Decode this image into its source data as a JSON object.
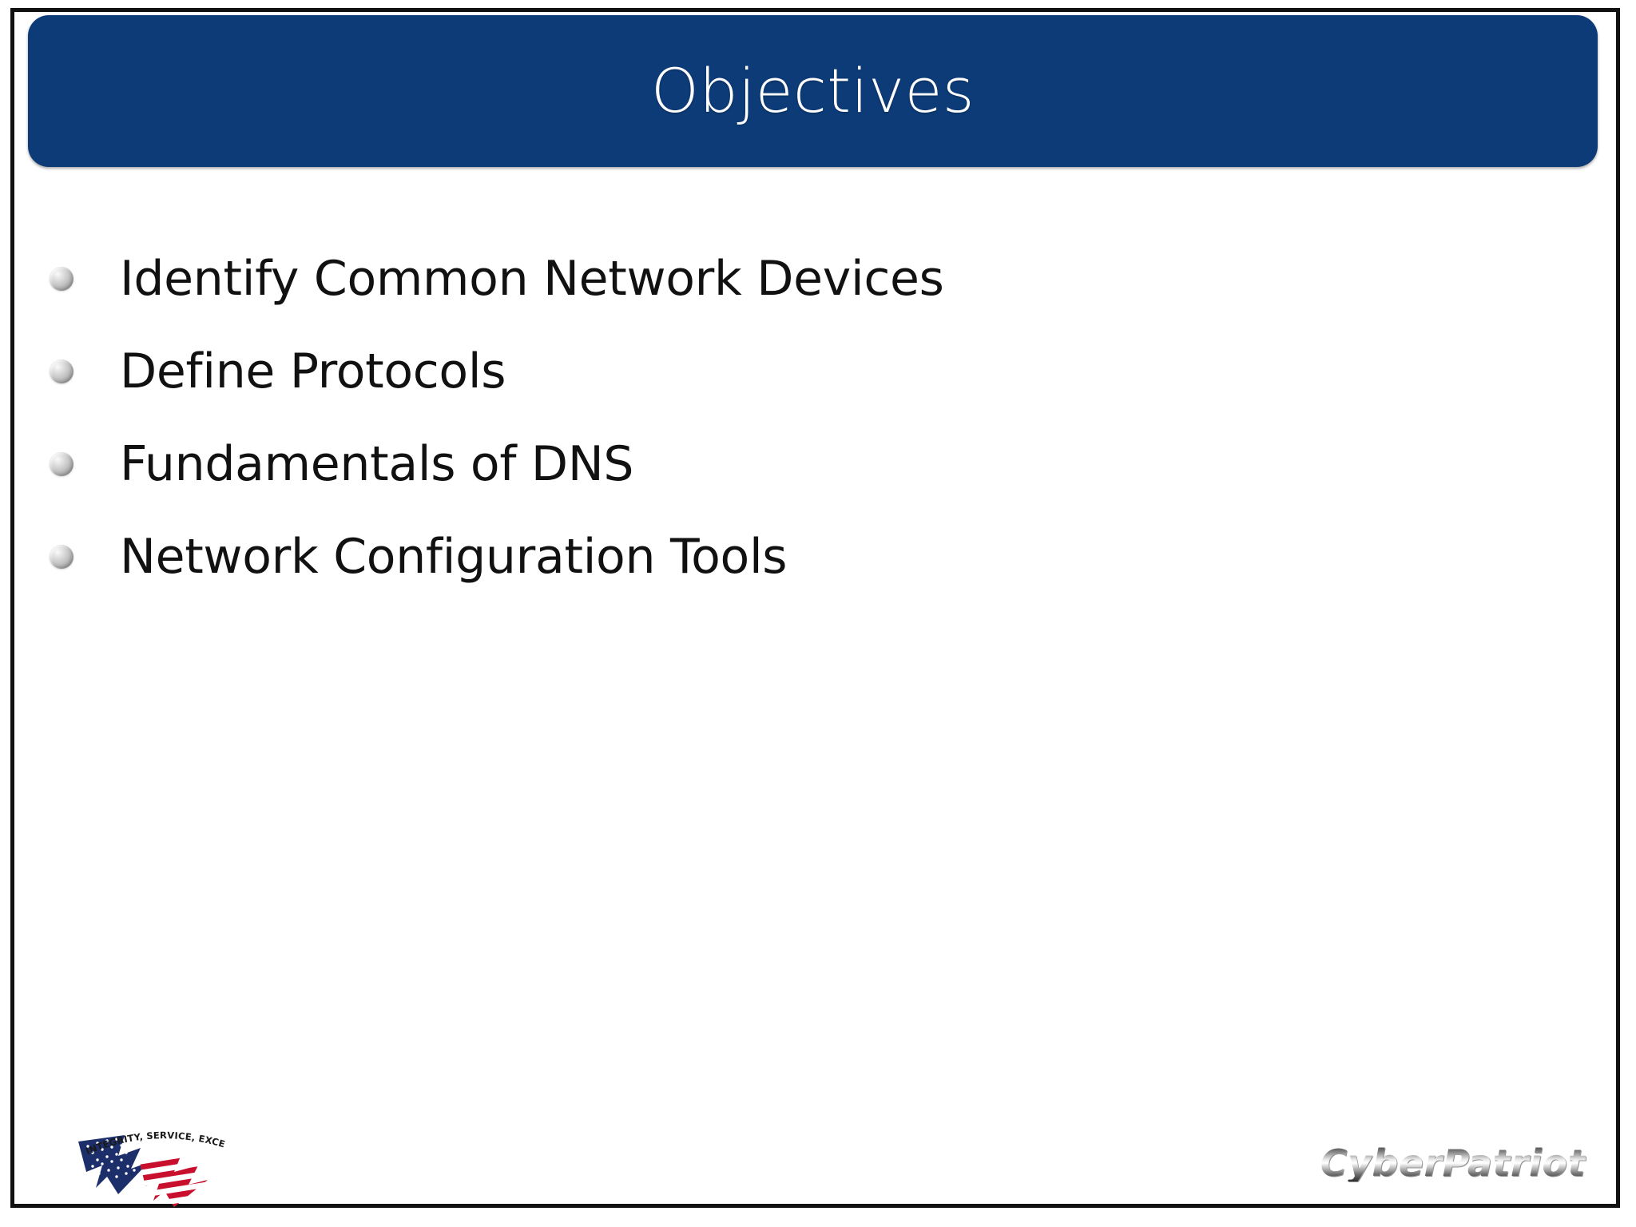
{
  "slide": {
    "title": "Objectives",
    "bullets": [
      {
        "label": "Identify Common Network Devices"
      },
      {
        "label": "Define Protocols"
      },
      {
        "label": "Fundamentals of DNS"
      },
      {
        "label": "Network Configuration Tools"
      }
    ],
    "footer": {
      "af_logo_motto": "INTEGRITY, SERVICE, EXCELLENCE",
      "brand": "CyberPatriot"
    },
    "colors": {
      "title_banner": "#0d3b77",
      "title_text": "#ffffff",
      "body_text": "#111111",
      "slide_border": "#111111",
      "slide_background": "#ffffff",
      "flag_blue": "#1d2f6b",
      "flag_red": "#c8102e"
    }
  }
}
